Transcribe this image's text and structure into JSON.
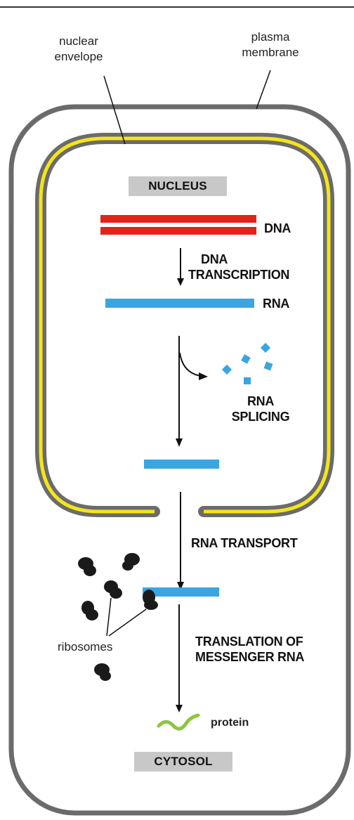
{
  "diagram": {
    "labels": {
      "nuclear_envelope": [
        "nuclear",
        "envelope"
      ],
      "plasma_membrane": [
        "plasma",
        "membrane"
      ],
      "nucleus": "NUCLEUS",
      "dna": "DNA",
      "dna_transcription": [
        "DNA",
        "TRANSCRIPTION"
      ],
      "rna": "RNA",
      "rna_splicing": [
        "RNA",
        "SPLICING"
      ],
      "rna_transport": "RNA TRANSPORT",
      "ribosomes": "ribosomes",
      "translation": [
        "TRANSLATION OF",
        "MESSENGER RNA"
      ],
      "protein": "protein",
      "cytosol": "CYTOSOL"
    },
    "colors": {
      "membrane": "#6b6b6b",
      "envelope_inner": "#f4e51c",
      "dna": "#e2231a",
      "rna": "#3aa5e0",
      "ribosome": "#1a1a1a",
      "protein": "#8dc63f",
      "label_box": "#c8c8c8",
      "arrow": "#111111"
    }
  }
}
